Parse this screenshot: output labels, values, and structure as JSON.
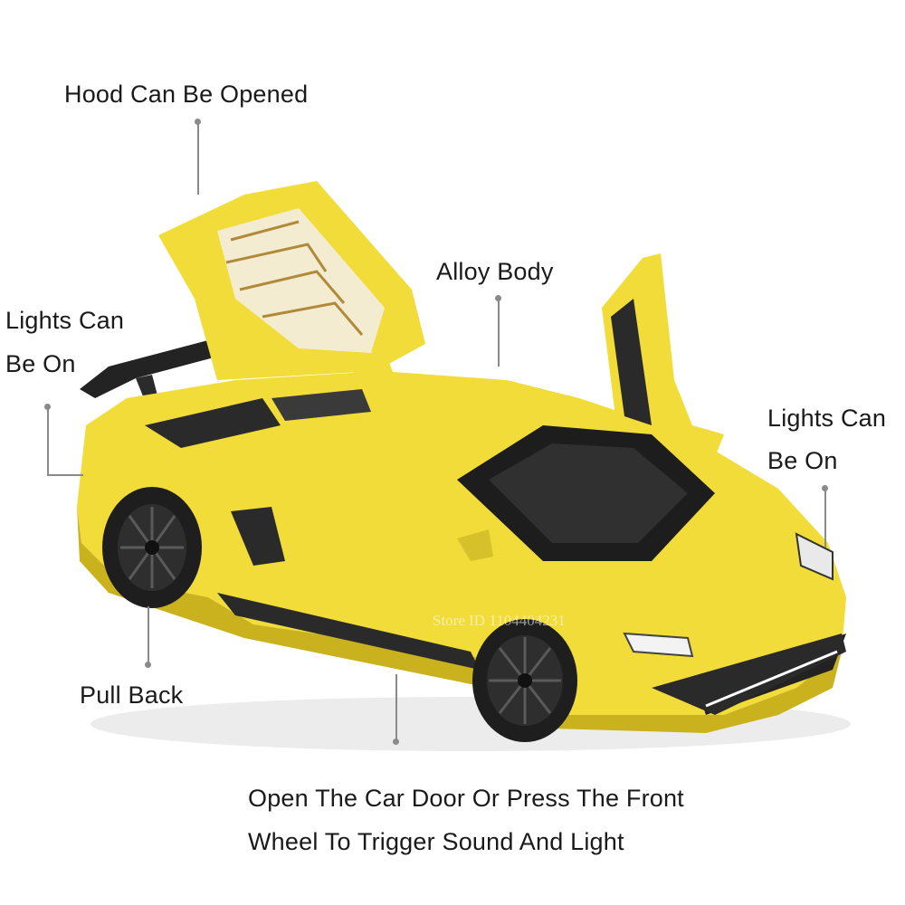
{
  "labels": {
    "hood": "Hood Can Be Opened",
    "alloy": "Alloy Body",
    "lights_left_line1": "Lights Can",
    "lights_left_line2": "Be On",
    "lights_right_line1": "Lights Can",
    "lights_right_line2": "Be On",
    "pull_back": "Pull Back",
    "door_line1": "Open The Car Door Or Press The Front",
    "door_line2": "Wheel To Trigger Sound And Light"
  },
  "watermark": "Store ID 1104404231",
  "colors": {
    "car_body": "#f1dc3a",
    "car_shadow": "#c9b21e",
    "trim": "#2a2a2a",
    "wheel": "#1e1e1e",
    "leader_line": "#8a8a8a"
  }
}
